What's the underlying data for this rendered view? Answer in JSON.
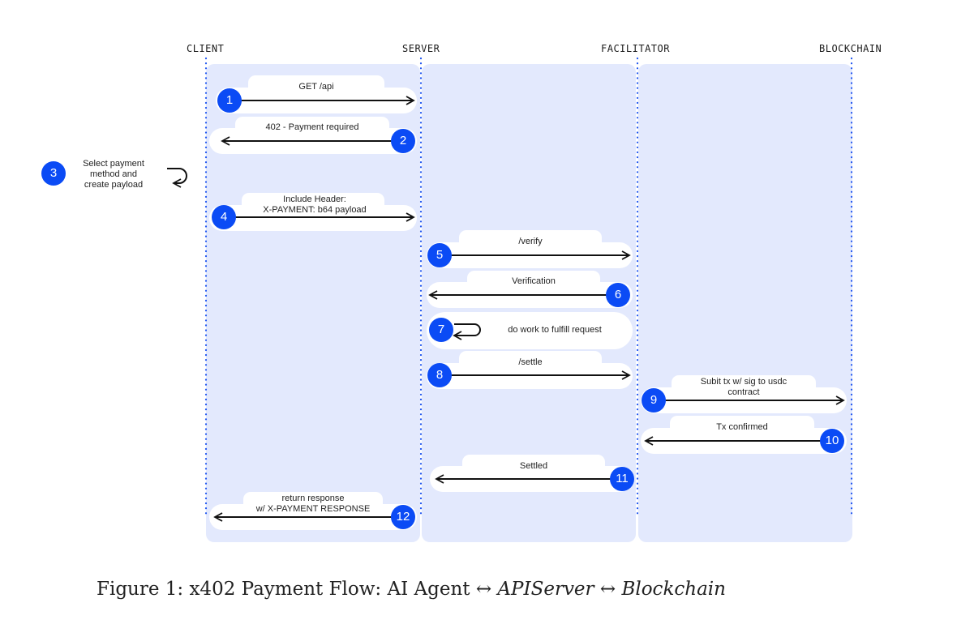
{
  "lanes": [
    "CLIENT",
    "SERVER",
    "FACILITATOR",
    "BLOCKCHAIN"
  ],
  "steps": [
    {
      "n": "1",
      "label": "GET /api"
    },
    {
      "n": "2",
      "label": "402 - Payment required"
    },
    {
      "n": "3",
      "label": "Select payment\nmethod and\ncreate payload"
    },
    {
      "n": "4",
      "label": "Include Header:\nX-PAYMENT: b64 payload"
    },
    {
      "n": "5",
      "label": "/verify"
    },
    {
      "n": "6",
      "label": "Verification"
    },
    {
      "n": "7",
      "label": "do work to fulfill request"
    },
    {
      "n": "8",
      "label": "/settle"
    },
    {
      "n": "9",
      "label": "Subit tx w/ sig to usdc\ncontract"
    },
    {
      "n": "10",
      "label": "Tx confirmed"
    },
    {
      "n": "11",
      "label": "Settled"
    },
    {
      "n": "12",
      "label": "return response\nw/ X-PAYMENT RESPONSE"
    }
  ],
  "caption": {
    "prefix": "Figure 1: x402 Payment Flow: AI Agent",
    "arrow": "↔",
    "middle": "APIServer",
    "end": "Blockchain"
  },
  "colors": {
    "lane_bg": "#e3e9fd",
    "badge": "#0b4bf5",
    "dots": "#1f55f0"
  }
}
